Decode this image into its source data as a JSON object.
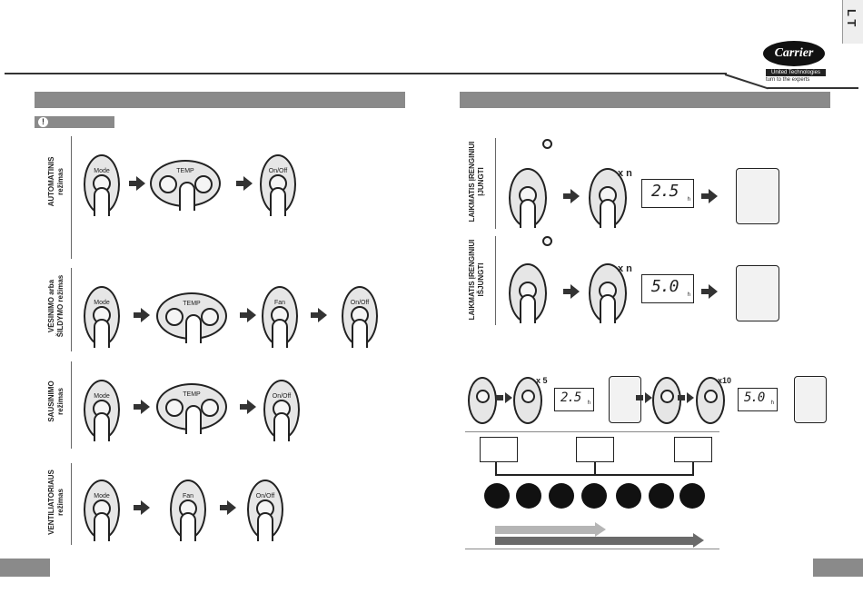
{
  "header": {
    "lang": "L T",
    "brand": "Carrier",
    "sub_brand": "United Technologies",
    "tagline": "turn to the experts"
  },
  "left": {
    "warning_icon": "exclamation-icon",
    "rows": [
      {
        "label_line1": "AUTOMATINIS",
        "label_line2": "režimas"
      },
      {
        "label_line1": "VĖSINIMO arba",
        "label_line2": "ŠILDYMO režimas"
      },
      {
        "label_line1": "SAUSINIMO",
        "label_line2": "režimas"
      },
      {
        "label_line1": "VENTILIATORIAUS",
        "label_line2": "režimas"
      }
    ],
    "buttons": {
      "mode": "Mode",
      "temp": "TEMP",
      "onoff": "On/Off",
      "fan": "Fan"
    }
  },
  "right": {
    "rows": [
      {
        "label_line1": "LAIKMATIS ĮRENGINIUI",
        "label_line2": "ĮJUNGTI",
        "times": "x n",
        "display": "2.5",
        "unit": "h"
      },
      {
        "label_line1": "LAIKMATIS ĮRENGINIUI",
        "label_line2": "IŠJUNGTI",
        "times": "x n",
        "display": "5.0",
        "unit": "h"
      }
    ],
    "sequence": {
      "times1": "x 5",
      "display1": "2.5",
      "times2": "x10",
      "display2": "5.0",
      "unit": "h"
    }
  }
}
